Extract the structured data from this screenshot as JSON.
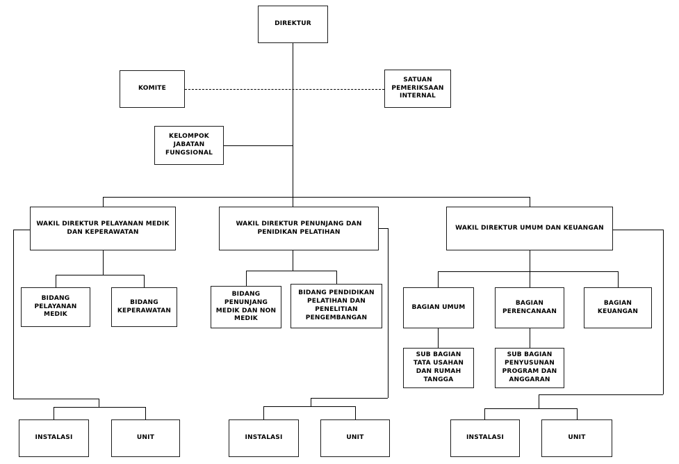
{
  "diagram": {
    "type": "organizational-chart",
    "colors": {
      "background": "#ffffff",
      "line": "#000000",
      "box_border": "#1a1a1a",
      "text": "#000000"
    },
    "nodes": {
      "direktur": {
        "label": "DIREKTUR"
      },
      "komite": {
        "label": "KOMITE"
      },
      "satuan_pemeriksaan_internal": {
        "label": "SATUAN PEMERIKSAAN INTERNAL"
      },
      "kelompok_jabatan_fungsional": {
        "label": "KELOMPOK JABATAN FUNGSIONAL"
      },
      "wakil_direktur_pelayanan": {
        "label": "WAKIL DIREKTUR PELAYANAN MEDIK DAN KEPERAWATAN"
      },
      "wakil_direktur_penunjang": {
        "label": "WAKIL DIREKTUR PENUNJANG DAN PENIDIKAN PELATIHAN"
      },
      "wakil_direktur_umum": {
        "label": "WAKIL DIREKTUR UMUM DAN KEUANGAN"
      },
      "bidang_pelayanan_medik": {
        "label": "BIDANG PELAYANAN MEDIK"
      },
      "bidang_keperawatan": {
        "label": "BIDANG KEPERAWATAN"
      },
      "bidang_penunjang_medik": {
        "label": "BIDANG PENUNJANG MEDIK DAN NON MEDIK"
      },
      "bidang_pendidikan": {
        "label": "BIDANG PENDIDIKAN PELATIHAN DAN PENELITIAN PENGEMBANGAN"
      },
      "bagian_umum": {
        "label": "BAGIAN UMUM"
      },
      "bagian_perencanaan": {
        "label": "BAGIAN PERENCANAAN"
      },
      "bagian_keuangan": {
        "label": "BAGIAN KEUANGAN"
      },
      "sub_bagian_tata_usahan": {
        "label": "SUB BAGIAN TATA USAHAN DAN RUMAH TANGGA"
      },
      "sub_bagian_penyusunan": {
        "label": "SUB BAGIAN PENYUSUNAN PROGRAM DAN ANGGARAN"
      },
      "instalasi_1": {
        "label": "INSTALASI"
      },
      "unit_1": {
        "label": "UNIT"
      },
      "instalasi_2": {
        "label": "INSTALASI"
      },
      "unit_2": {
        "label": "UNIT"
      },
      "instalasi_3": {
        "label": "INSTALASI"
      },
      "unit_3": {
        "label": "UNIT"
      }
    }
  }
}
